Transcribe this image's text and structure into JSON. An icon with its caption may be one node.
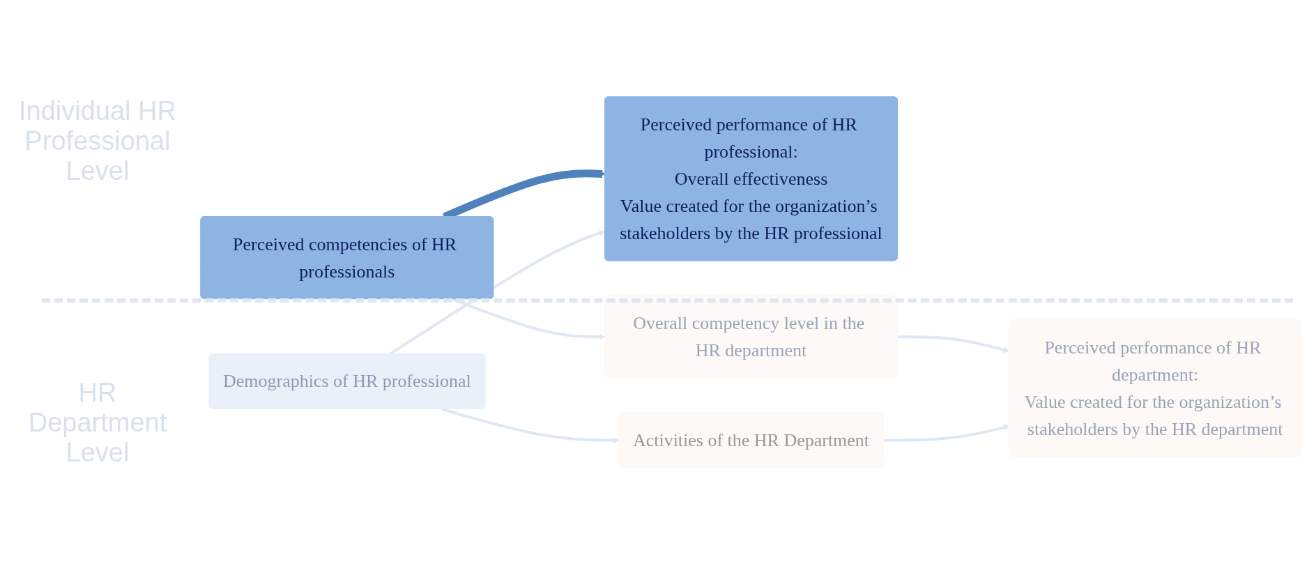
{
  "diagram": {
    "nodes": [
      {
        "text": [
          "Perceived competencies of HR professionals"
        ]
      },
      {
        "text": [
          "Perceived performance of HR professional:",
          "Overall effectiveness",
          "Value created for the organization’s stakeholders by the HR professional"
        ]
      },
      {
        "text": [
          "Demographics of HR professional"
        ]
      },
      {
        "text": [
          "Overall competency level in the HR department"
        ]
      },
      {
        "text": [
          "Perceived performance of HR department:",
          "Value created for the organization’s stakeholders by the HR department"
        ]
      },
      {
        "text": [
          "Activities of the HR Department"
        ]
      }
    ],
    "edges": [
      {
        "from": 0,
        "to": 1,
        "arrow": "to",
        "style": "thick",
        "color": "#4f81bd"
      },
      {
        "from": 2,
        "to": 1,
        "arrow": "to"
      },
      {
        "from": 0,
        "to": 3,
        "arrow": "to"
      },
      {
        "from": 2,
        "to": 5,
        "arrow": "to"
      },
      {
        "from": 3,
        "to": 4,
        "arrow": "to"
      },
      {
        "from": 5,
        "to": 4,
        "arrow": "to"
      }
    ],
    "labels": [
      "Individual HR Professional Level",
      "HR Department Level"
    ]
  }
}
